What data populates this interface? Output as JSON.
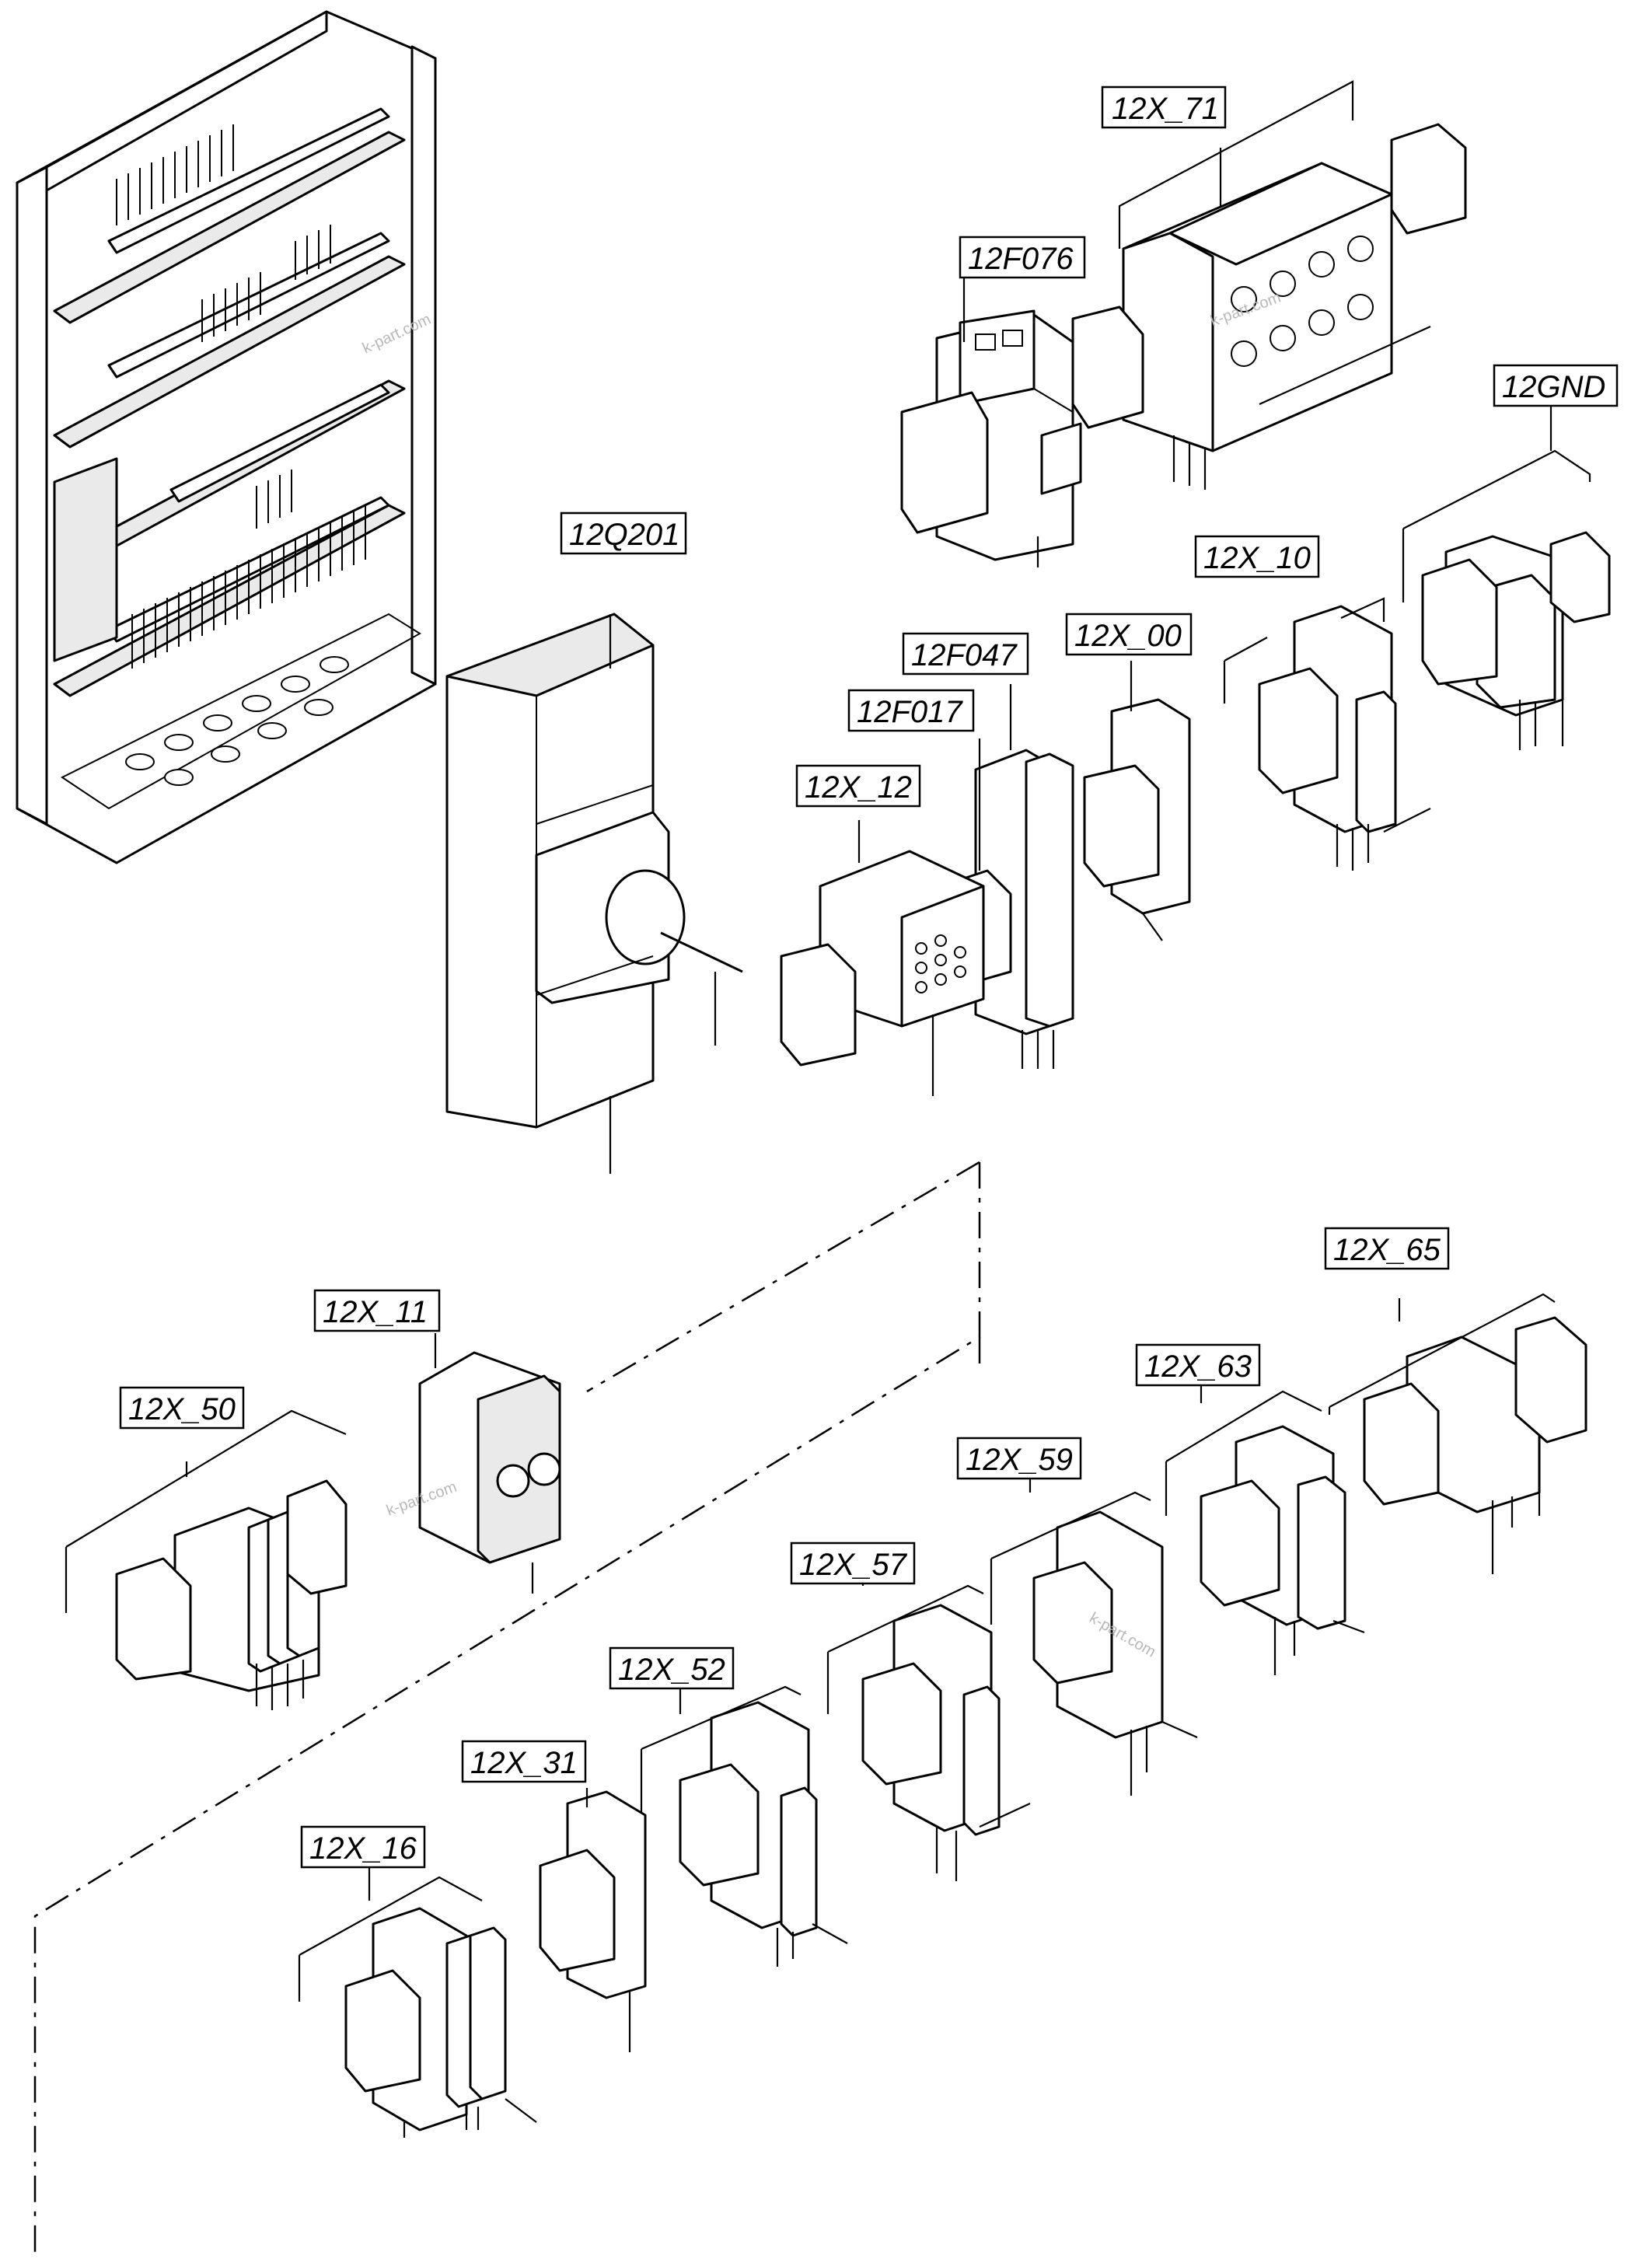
{
  "labels": {
    "l_12x_71": "12X_71",
    "l_12f076": "12F076",
    "l_12gnd": "12GND",
    "l_12q201": "12Q201",
    "l_12x_10": "12X_10",
    "l_12x_00": "12X_00",
    "l_12f047": "12F047",
    "l_12f017": "12F017",
    "l_12x_12": "12X_12",
    "l_12x_65": "12X_65",
    "l_12x_11": "12X_11",
    "l_12x_63": "12X_63",
    "l_12x_50": "12X_50",
    "l_12x_59": "12X_59",
    "l_12x_57": "12X_57",
    "l_12x_52": "12X_52",
    "l_12x_31": "12X_31",
    "l_12x_16": "12X_16"
  },
  "watermark": "k-part.com"
}
